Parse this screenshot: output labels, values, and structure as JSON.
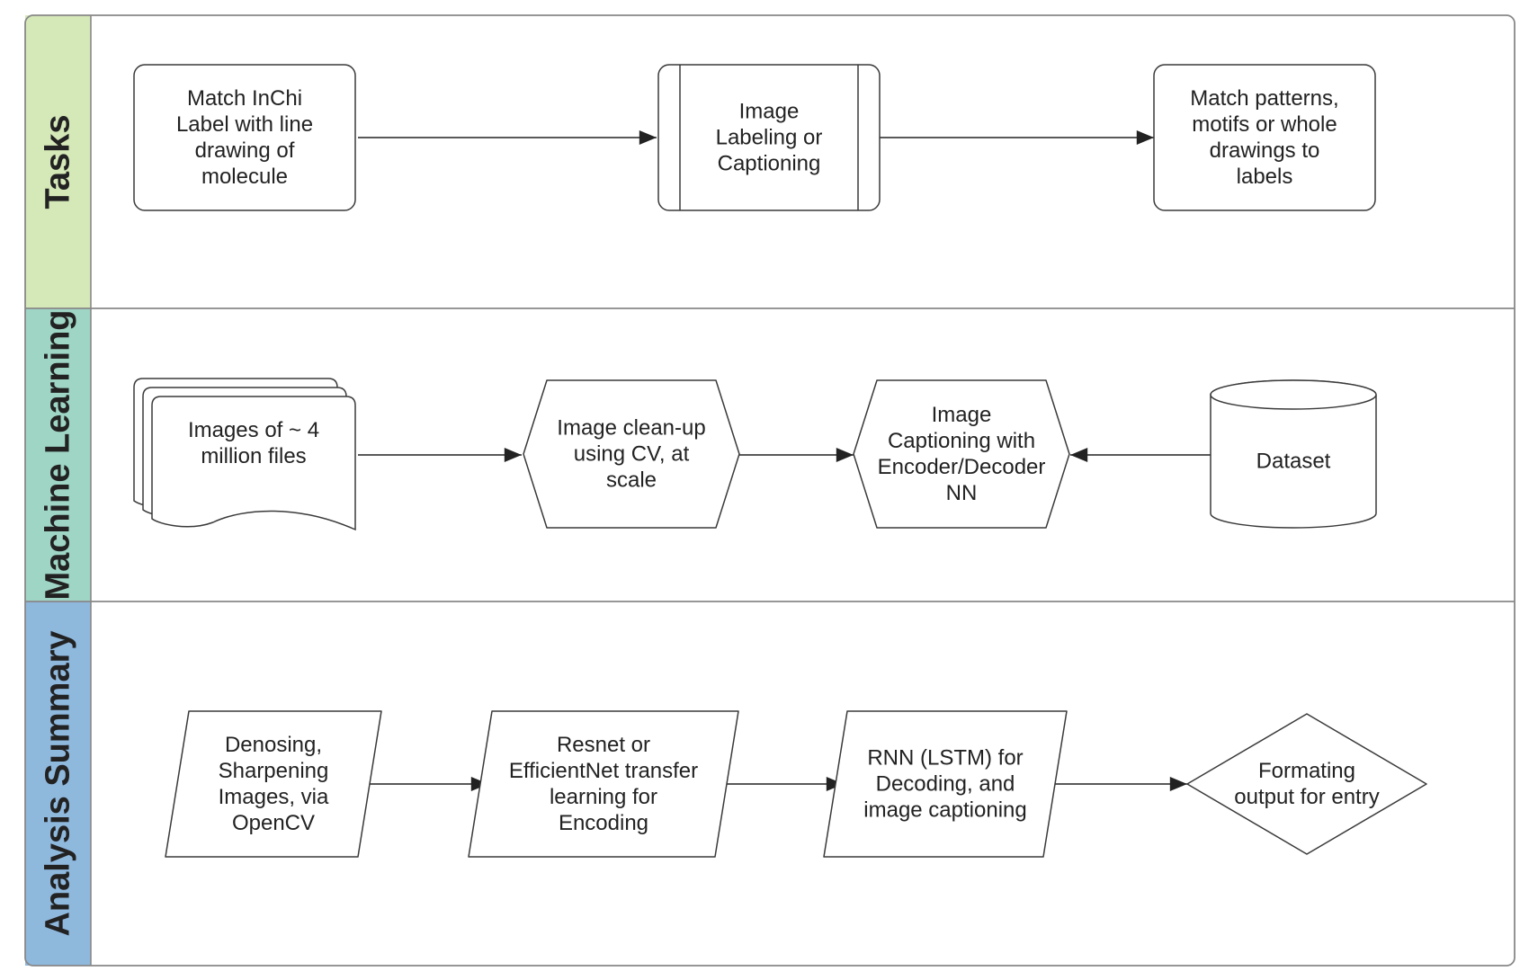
{
  "lanes": [
    {
      "id": "tasks",
      "title": "Tasks",
      "color": "#d5e8b8"
    },
    {
      "id": "ml",
      "title": "Machine Learning",
      "color": "#9fd5c5"
    },
    {
      "id": "analysis",
      "title": "Analysis Summary",
      "color": "#8fb8dd"
    }
  ],
  "nodes": {
    "match_inchi": {
      "shape": "rounded-rect",
      "lines": [
        "Match InChi",
        "Label with line",
        "drawing of",
        "molecule"
      ]
    },
    "image_labeling": {
      "shape": "process-rect",
      "lines": [
        "Image",
        "Labeling or",
        "Captioning"
      ]
    },
    "match_patterns": {
      "shape": "rounded-rect",
      "lines": [
        "Match patterns,",
        "motifs or whole",
        "drawings to",
        "labels"
      ]
    },
    "images_files": {
      "shape": "multi-document",
      "lines": [
        "Images of ~ 4",
        "million files"
      ]
    },
    "image_cleanup": {
      "shape": "hexagon",
      "lines": [
        "Image clean-up",
        "using CV, at",
        "scale"
      ]
    },
    "image_captioning_nn": {
      "shape": "hexagon",
      "lines": [
        "Image",
        "Captioning with",
        "Encoder/Decoder",
        "NN"
      ]
    },
    "dataset": {
      "shape": "cylinder",
      "lines": [
        "Dataset"
      ]
    },
    "denoising": {
      "shape": "parallelogram",
      "lines": [
        "Denosing,",
        "Sharpening",
        "Images, via",
        "OpenCV"
      ]
    },
    "resnet": {
      "shape": "parallelogram",
      "lines": [
        "Resnet or",
        "EfficientNet  transfer",
        "learning for",
        "Encoding"
      ]
    },
    "rnn": {
      "shape": "parallelogram",
      "lines": [
        "RNN  (LSTM) for",
        "Decoding, and",
        "image captioning"
      ]
    },
    "formatting": {
      "shape": "diamond",
      "lines": [
        "Formating",
        "output for entry"
      ]
    }
  },
  "edges": [
    {
      "from": "match_inchi",
      "to": "image_labeling"
    },
    {
      "from": "image_labeling",
      "to": "match_patterns"
    },
    {
      "from": "images_files",
      "to": "image_cleanup"
    },
    {
      "from": "image_cleanup",
      "to": "image_captioning_nn"
    },
    {
      "from": "dataset",
      "to": "image_captioning_nn"
    },
    {
      "from": "denoising",
      "to": "resnet"
    },
    {
      "from": "resnet",
      "to": "rnn"
    },
    {
      "from": "rnn",
      "to": "formatting"
    }
  ]
}
